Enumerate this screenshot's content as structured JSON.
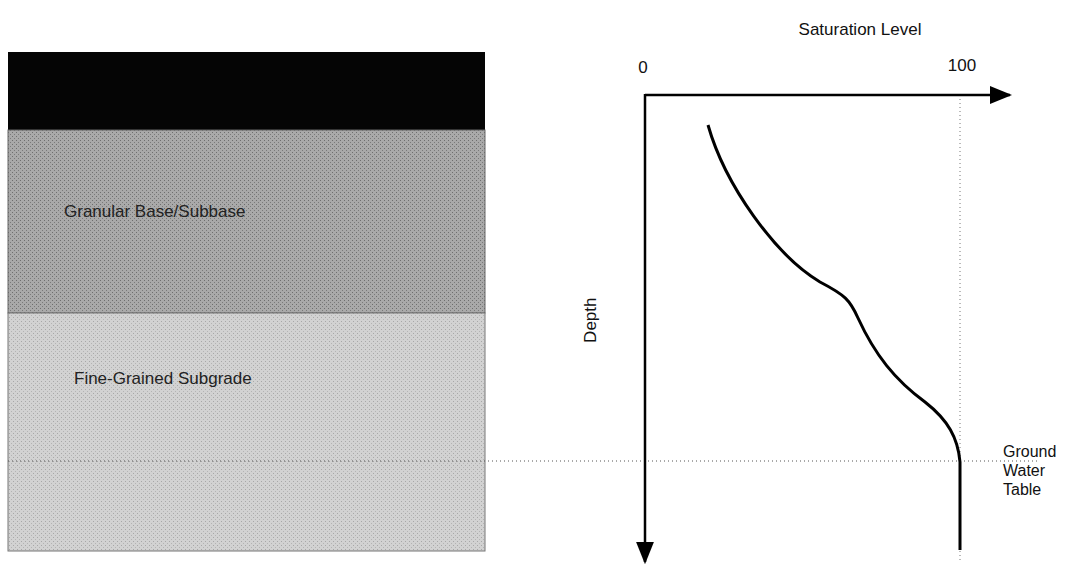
{
  "diagram": {
    "nodes": [
      {
        "text": [
          "Granular Base/Subbase"
        ]
      },
      {
        "text": [
          "Fine-Grained Subgrade"
        ]
      }
    ],
    "labels": [
      "Saturation Level",
      "0",
      "100",
      "Depth",
      "Ground Water Table"
    ]
  }
}
